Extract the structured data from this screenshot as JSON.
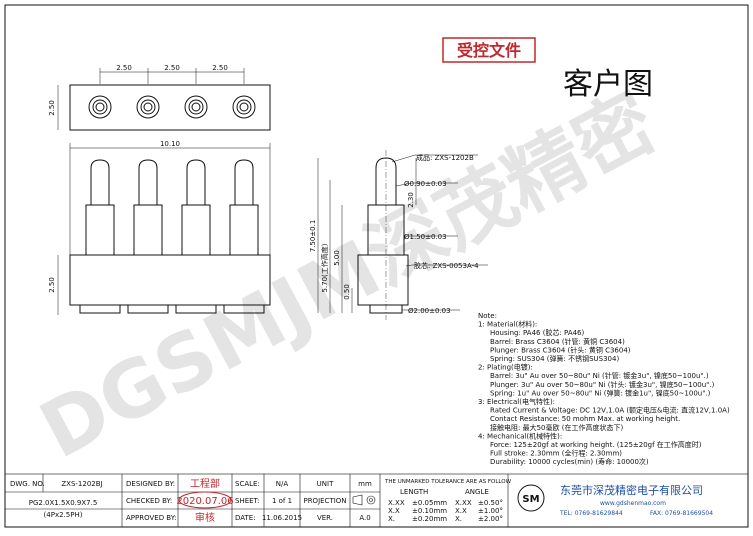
{
  "stamp": "受控文件",
  "title": "客户图",
  "watermark": "DGSMJM深茂精密",
  "top_view": {
    "dim_pitch": [
      "2.50",
      "2.50",
      "2.50"
    ],
    "dim_height": "2.50"
  },
  "front_view": {
    "dim_total": "10.10",
    "dim_base": "2.50"
  },
  "side_view": {
    "labels": [
      "成品: ZXS-1202B",
      "Ø0.90±0.03",
      "Ø1.50±0.03",
      "胶芯: ZXS-0053A-4",
      "Ø2.00±0.03"
    ],
    "dims": [
      "7.50±0.1",
      "5.70(工作高度)",
      "5.00",
      "0.50",
      "2.30"
    ]
  },
  "notes": [
    "Note:",
    "1: Material(材料):",
    "Housing: PA46 (胶芯: PA46)",
    "Barrel: Brass C3604 (针管: 黄铜 C3604)",
    "Plunger: Brass C3604 (针头: 黄铜 C3604)",
    "Spring: SUS304 (弹簧: 不锈钢SUS304)",
    "2: Plating(电镀):",
    "Barrel: 3u\" Au over 50~80u\" Ni (针管: 镀金3u\", 镍底50~100u\".)",
    "Plunger: 3u\" Au over 50~80u\" Ni (针头: 镀金3u\", 镍底50~100u\".)",
    "Spring: 1u\" Au over 50~80u\" Ni (弹簧: 镀金1u\", 镍底50~100u\".)",
    "3: Electrical(电气特性):",
    "Rated Current & Voltage: DC 12V,1.0A (额定电压&电流: 直流12V,1.0A)",
    "Contact Resistance: 50 mohm Max. at working height.",
    "接触电阻: 最大50毫欧 (在工作高度状态下)",
    "4: Mechanical(机械特性):",
    "Force: 125±20gf at working height. (125±20gf 在工作高度时)",
    "Full stroke: 2.30mm (全行程: 2.30mm)",
    "Durability: 10000 cycles(min) (寿命: 10000次)"
  ],
  "title_block": {
    "dwg_no_label": "DWG. NO.",
    "dwg_no": "ZXS-1202BJ",
    "desc": "PG2.0X1.5X0.9X7.5",
    "desc2": "(4Px2.5PH)",
    "designed_by_label": "DESIGNED BY:",
    "checked_by_label": "CHECKED BY:",
    "approved_by_label": "APPROVED BY:",
    "stamp_designed": "工程部",
    "stamp_checked": "2020.07.06",
    "stamp_approved": "审核",
    "scale_label": "SCALE:",
    "scale": "N/A",
    "sheet_label": "SHEET:",
    "sheet": "1 of 1",
    "date_label": "DATE:",
    "date": "11.06.2015",
    "unit_label": "UNIT",
    "unit": "mm",
    "projection_label": "PROJECTION",
    "ver_label": "VER.",
    "ver": "A.0",
    "tol_title": "THE UNMARKED TOLERANCE ARE AS FOLLOW",
    "length_label": "LENGTH",
    "angle_label": "ANGLE",
    "tol_length": [
      [
        "X.XX",
        "±0.05mm"
      ],
      [
        "X.X",
        "±0.10mm"
      ],
      [
        "X.",
        "±0.20mm"
      ]
    ],
    "tol_angle": [
      [
        "X.XX",
        "±0.50°"
      ],
      [
        "X.X",
        "±1.00°"
      ],
      [
        "X.",
        "±2.00°"
      ]
    ],
    "company": "东莞市深茂精密电子有限公司",
    "website": "www.gdshenmao.com",
    "tel": "TEL: 0769-81629844",
    "fax": "FAX: 0769-81669504",
    "logo": "SM"
  },
  "colors": {
    "stamp_red": "#c0282d",
    "line": "#111111",
    "watermark": "#bfbfbf"
  }
}
